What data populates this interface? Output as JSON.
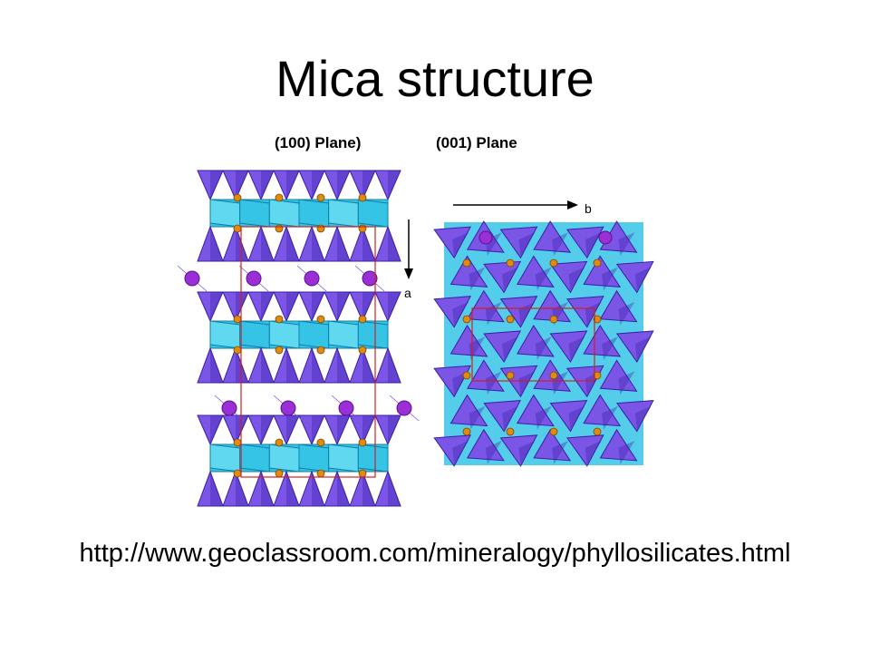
{
  "title": "Mica structure",
  "panels": [
    {
      "label": "(100) Plane)",
      "view": "side-layers"
    },
    {
      "label": "(001) Plane",
      "view": "top-down"
    }
  ],
  "axes": {
    "b": "b",
    "a": "a"
  },
  "source_url": "http://www.geoclassroom.com/mineralogy/phyllosilicates.html",
  "colors": {
    "tetrahedra": "#7a55e6",
    "tetrahedra_dark": "#3a1fa6",
    "octahedra": "#35c4e6",
    "octahedra_dark": "#0f7fa8",
    "interlayer_cation": "#9a2fd6",
    "hydroxyl": "#e08a10",
    "unit_cell": "#d02020"
  }
}
